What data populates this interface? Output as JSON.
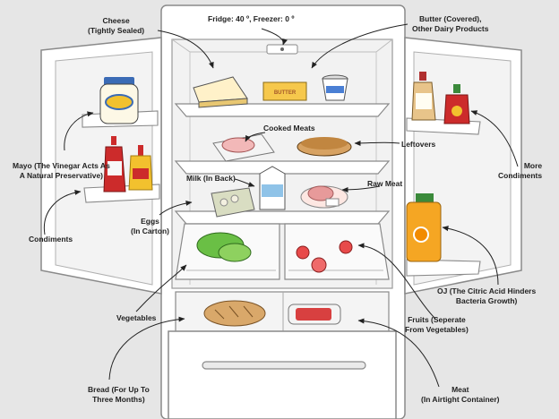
{
  "labels": {
    "cheese": "Cheese\n(Tightly Sealed)",
    "temps": "Fridge: 40 º, Freezer: 0 º",
    "butter": "Butter (Covered),\nOther Dairy Products",
    "cooked_meats": "Cooked Meats",
    "leftovers": "Leftovers",
    "more_condiments": "More\nCondiments",
    "mayo": "Mayo (The Vinegar Acts As\nA Natural Preservative)",
    "condiments": "Condiments",
    "milk": "Milk (In Back)",
    "raw_meat": "Raw Meat",
    "eggs": "Eggs\n(In Carton)",
    "oj": "OJ (The Citric Acid Hinders\nBacteria Growth)",
    "vegetables": "Vegetables",
    "fruits": "Fruits (Seperate\nFrom Vegetables)",
    "bread": "Bread (For Up To\nThree Months)",
    "meat": "Meat\n(In Airtight Container)"
  },
  "product_text": {
    "butter_wrapper": "BUTTER"
  },
  "colors": {
    "background": "#e6e6e6",
    "fridge_body": "#ffffff",
    "fridge_outline": "#8a8a8a",
    "interior": "#f0f0f0",
    "mayo_label": "#3b6bb5",
    "ketchup": "#cc2b2b",
    "mustard": "#f2c12e",
    "orange_juice": "#f5a623",
    "vegetables": "#6abf45",
    "butter": "#f6c84c",
    "arrow": "#222222"
  }
}
